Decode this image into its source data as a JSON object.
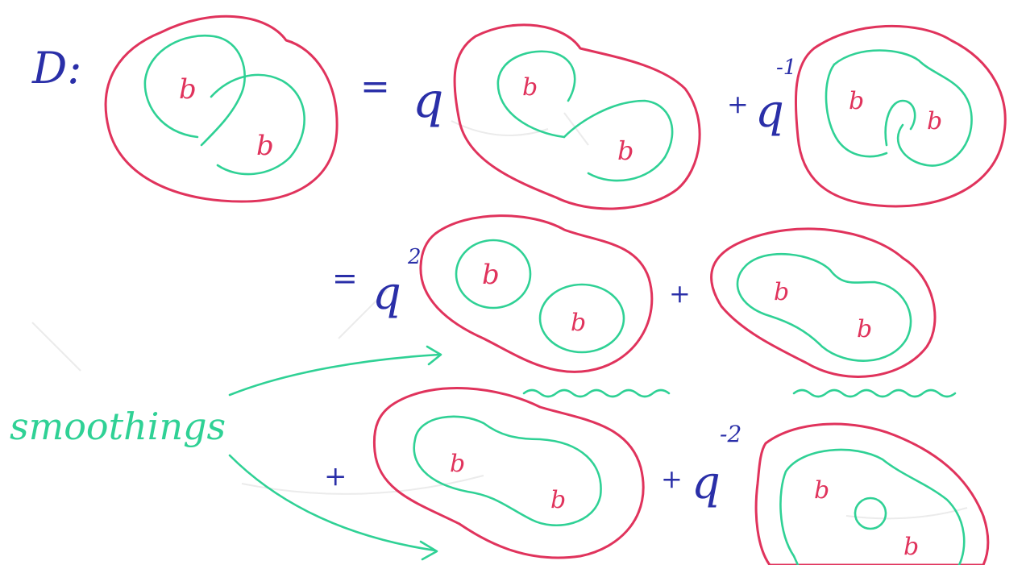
{
  "colors": {
    "ink_blue": "#2a2fa8",
    "boundary_red": "#e0335c",
    "curve_green": "#2fd195",
    "paper": "#ffffff"
  },
  "diagram_label": "D:",
  "region_label": "b",
  "equation": {
    "line1": {
      "eq": "=",
      "term1_coef": "q",
      "plus": "+",
      "term2_coef": "q",
      "term2_exp": "-1"
    },
    "line2": {
      "eq": "=",
      "term1_coef": "q",
      "term1_exp": "2",
      "plus": "+"
    },
    "line3": {
      "plus1": "+",
      "plus2": "+",
      "term4_coef": "q",
      "term4_exp": "-2"
    }
  },
  "annotation": {
    "text": "smoothings",
    "arrows": 2,
    "underlined_terms": 2
  }
}
